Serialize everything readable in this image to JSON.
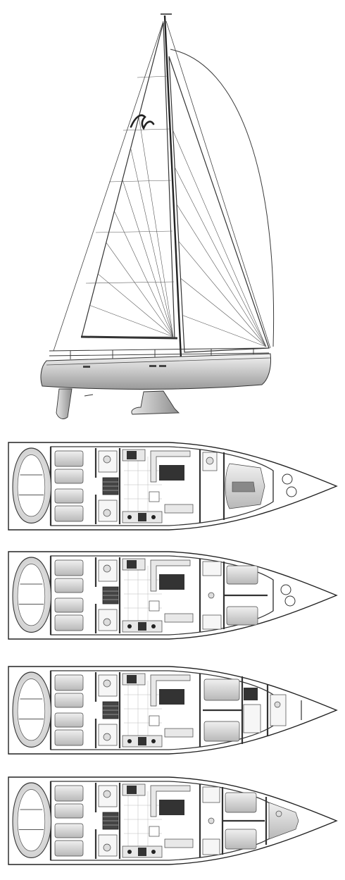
{
  "figure": {
    "sail_plan": {
      "logo": "hanse-bird-logo"
    },
    "layouts": [
      {
        "id": "layout-1",
        "label": ""
      },
      {
        "id": "layout-2",
        "label": ""
      },
      {
        "id": "layout-3",
        "label": ""
      },
      {
        "id": "layout-4",
        "label": ""
      }
    ]
  },
  "colors": {
    "line": "#3a3a3a",
    "hull_dark": "#9a9a9a",
    "hull_light": "#f2f2f2",
    "background": "#ffffff"
  }
}
